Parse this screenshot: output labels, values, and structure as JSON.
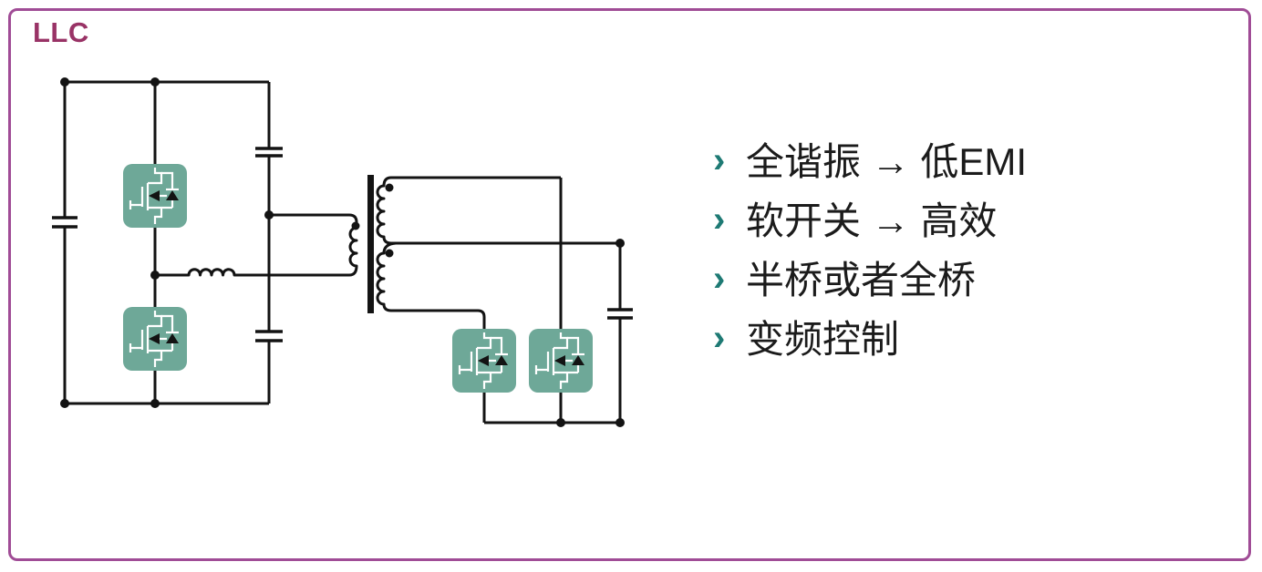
{
  "slide": {
    "title": "LLC",
    "bullet_marker": "›",
    "bullets": [
      "全谐振 → 低EMI",
      "软开关 → 高效",
      "半桥或者全桥",
      "变频控制"
    ]
  },
  "colors": {
    "accent_color": "#993366",
    "border_color": "#A04C96",
    "wire_color": "#131313",
    "mosfet_color": "#6EA898",
    "bullet_marker_color": "#1E7A74"
  },
  "diagram": {
    "type": "llc-resonant-converter-schematic",
    "primary_side": [
      "dc-input-capacitor",
      "high-side-mosfet",
      "low-side-mosfet",
      "split-resonant-capacitor-top",
      "split-resonant-capacitor-bottom",
      "resonant-inductor"
    ],
    "transformer": [
      "primary-winding",
      "secondary-winding-top",
      "secondary-winding-bottom",
      "center-tap"
    ],
    "secondary_side": [
      "sync-rectifier-mosfet-1",
      "sync-rectifier-mosfet-2",
      "output-capacitor"
    ]
  }
}
